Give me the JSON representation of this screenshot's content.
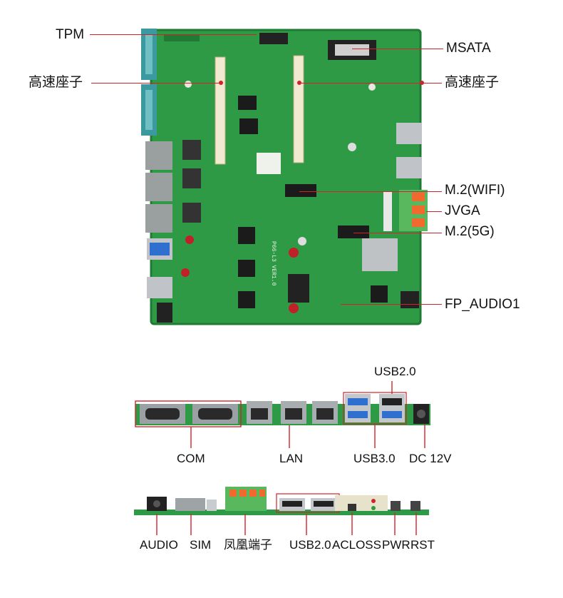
{
  "board": {
    "silkscreen": "P66-L3 VER1.0",
    "callouts_left": [
      "TPM",
      "高速座子"
    ],
    "callouts_right": [
      "MSATA",
      "高速座子",
      "M.2(WIFI)",
      "JVGA",
      "M.2(5G)",
      "FP_AUDIO1"
    ]
  },
  "rear_panel": {
    "top_label": "USB2.0",
    "labels": [
      "COM",
      "LAN",
      "USB3.0",
      "DC 12V"
    ]
  },
  "front_panel": {
    "labels": [
      "AUDIO",
      "SIM",
      "凤凰端子",
      "USB2.0",
      "ACLOSS",
      "PWR",
      "RST"
    ]
  },
  "colors": {
    "pcb": "#2f9a45",
    "pcb_dark": "#1f7a34",
    "callout": "#d2232a",
    "connector_orange": "#ef6a2c",
    "usb3_blue": "#2f6fd0"
  }
}
